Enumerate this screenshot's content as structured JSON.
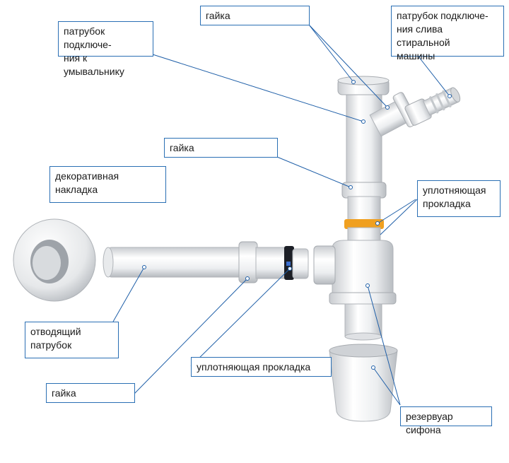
{
  "labels": {
    "nut_top": "гайка",
    "sink_inlet": "патрубок подключе-\nния к умывальнику",
    "washer_inlet": "патрубок подключе-\nния слива стиральной\nмашины",
    "nut_mid": "гайка",
    "decorative_cover": "декоративная\nнакладка",
    "seal_right": "уплотняющая\nпрокладка",
    "outlet_pipe": "отводящий\nпатрубок",
    "seal_bottom": "уплотняющая прокладка",
    "nut_bottom": "гайка",
    "siphon_reservoir": "резервуар сифона"
  },
  "colors": {
    "leader": "#1f5fa8",
    "box_border": "#2a6fb4",
    "plastic": "#f2f3f4",
    "plastic_shade": "#c9ccd0",
    "seal_orange": "#f0a020",
    "seal_black": "#1c1f26"
  }
}
